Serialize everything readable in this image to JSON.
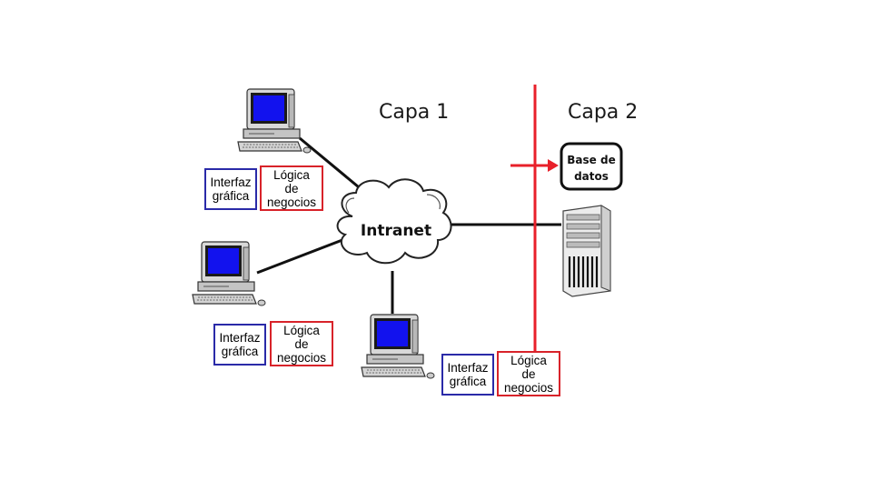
{
  "layers": [
    {
      "label": "Capa 1"
    },
    {
      "label": "Capa 2"
    }
  ],
  "network": {
    "label": "Intranet"
  },
  "database": {
    "label_line1": "Base de",
    "label_line2": "datos"
  },
  "clients": [
    {
      "gui": {
        "line1": "Interfaz",
        "line2": "gráfica"
      },
      "logic": {
        "line1": "Lógica",
        "line2": "de",
        "line3": "negocios"
      }
    },
    {
      "gui": {
        "line1": "Interfaz",
        "line2": "gráfica"
      },
      "logic": {
        "line1": "Lógica",
        "line2": "de",
        "line3": "negocios"
      }
    },
    {
      "gui": {
        "line1": "Interfaz",
        "line2": "gráfica"
      },
      "logic": {
        "line1": "Lógica",
        "line2": "de",
        "line3": "negocios"
      }
    }
  ],
  "colors": {
    "layer_divider": "#e8202a",
    "gui_border": "#2a2aa8",
    "logic_border": "#d8232a",
    "screen": "#1212ee"
  }
}
